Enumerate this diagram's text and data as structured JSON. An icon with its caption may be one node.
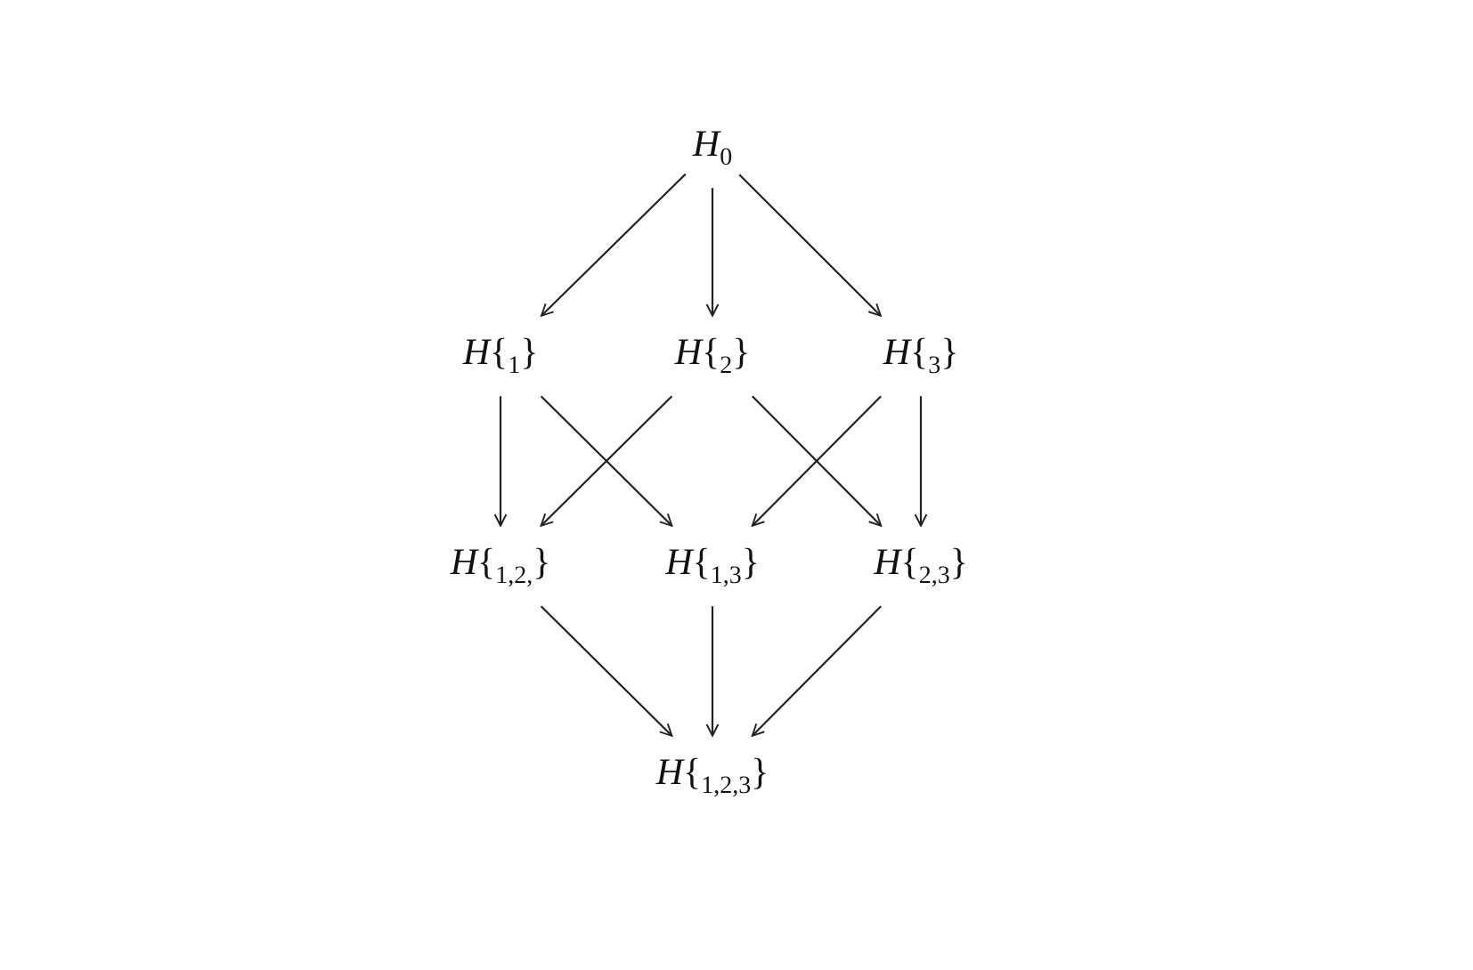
{
  "diagram": {
    "nodes": [
      {
        "text": [
          "*H*$_{0}$"
        ]
      },
      {
        "text": [
          "*H*{$_{1}$}"
        ]
      },
      {
        "text": [
          "*H*{$_{2}$}"
        ]
      },
      {
        "text": [
          "*H*{$_{3}$}"
        ]
      },
      {
        "text": [
          "*H*{$_{1,2,}$}"
        ]
      },
      {
        "text": [
          "*H*{$_{1,3}$}"
        ]
      },
      {
        "text": [
          "*H*{$_{2,3}$}"
        ]
      },
      {
        "text": [
          "*H*{$_{1,2,3}$}"
        ]
      }
    ],
    "edges": [
      {
        "from": 0,
        "to": 1,
        "arrow": "to"
      },
      {
        "from": 0,
        "to": 2,
        "arrow": "to"
      },
      {
        "from": 0,
        "to": 3,
        "arrow": "to"
      },
      {
        "from": 1,
        "to": 4,
        "arrow": "to"
      },
      {
        "from": 1,
        "to": 5,
        "arrow": "to"
      },
      {
        "from": 2,
        "to": 4,
        "arrow": "to"
      },
      {
        "from": 2,
        "to": 6,
        "arrow": "to"
      },
      {
        "from": 3,
        "to": 5,
        "arrow": "to"
      },
      {
        "from": 3,
        "to": 6,
        "arrow": "to"
      },
      {
        "from": 4,
        "to": 7,
        "arrow": "to"
      },
      {
        "from": 5,
        "to": 7,
        "arrow": "to"
      },
      {
        "from": 6,
        "to": 7,
        "arrow": "to"
      }
    ]
  }
}
